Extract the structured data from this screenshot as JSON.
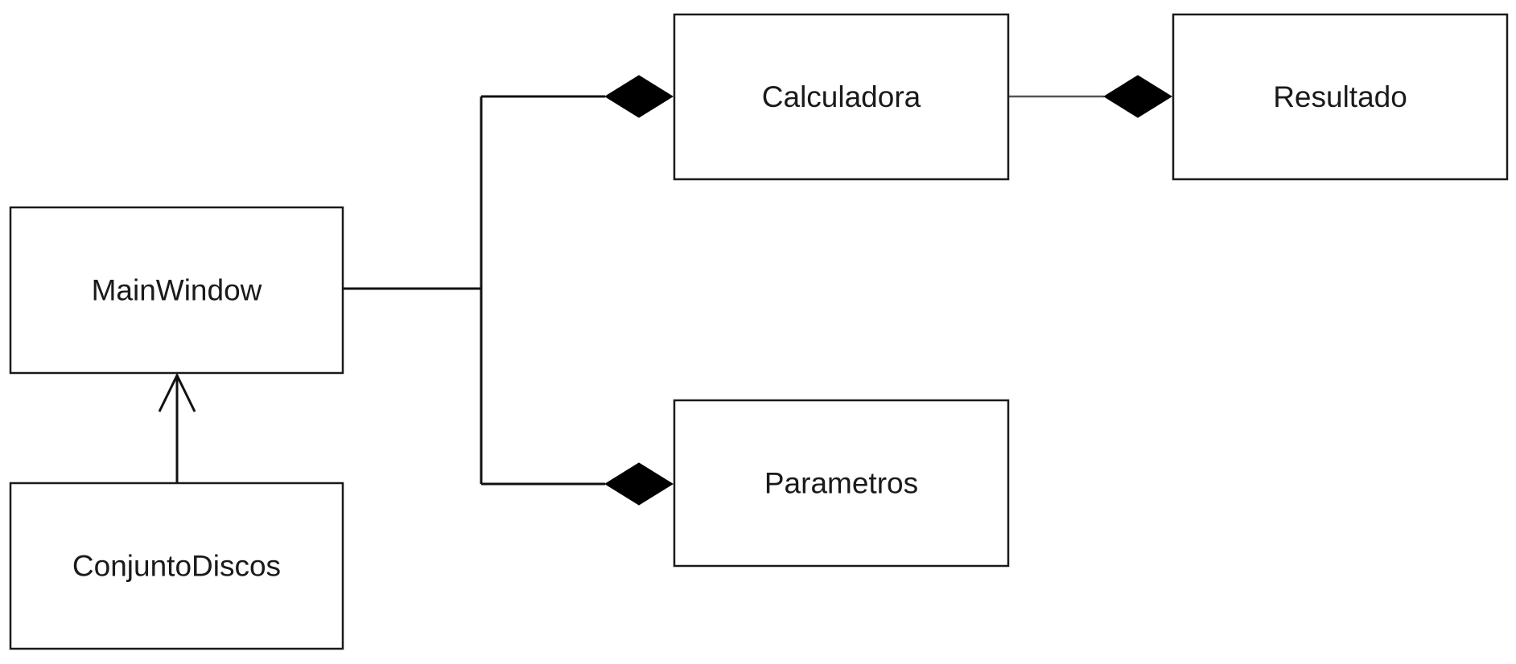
{
  "classes": {
    "main_window": "MainWindow",
    "calculadora": "Calculadora",
    "resultado": "Resultado",
    "parametros": "Parametros",
    "conjunto_discos": "ConjuntoDiscos"
  },
  "relationships": [
    {
      "from": "MainWindow",
      "to": "Calculadora",
      "type": "composition"
    },
    {
      "from": "MainWindow",
      "to": "Parametros",
      "type": "composition"
    },
    {
      "from": "Calculadora",
      "to": "Resultado",
      "type": "composition"
    },
    {
      "from": "ConjuntoDiscos",
      "to": "MainWindow",
      "type": "association"
    }
  ],
  "colors": {
    "line": "#111111",
    "box_border": "#1a1a1a",
    "background": "#ffffff"
  }
}
